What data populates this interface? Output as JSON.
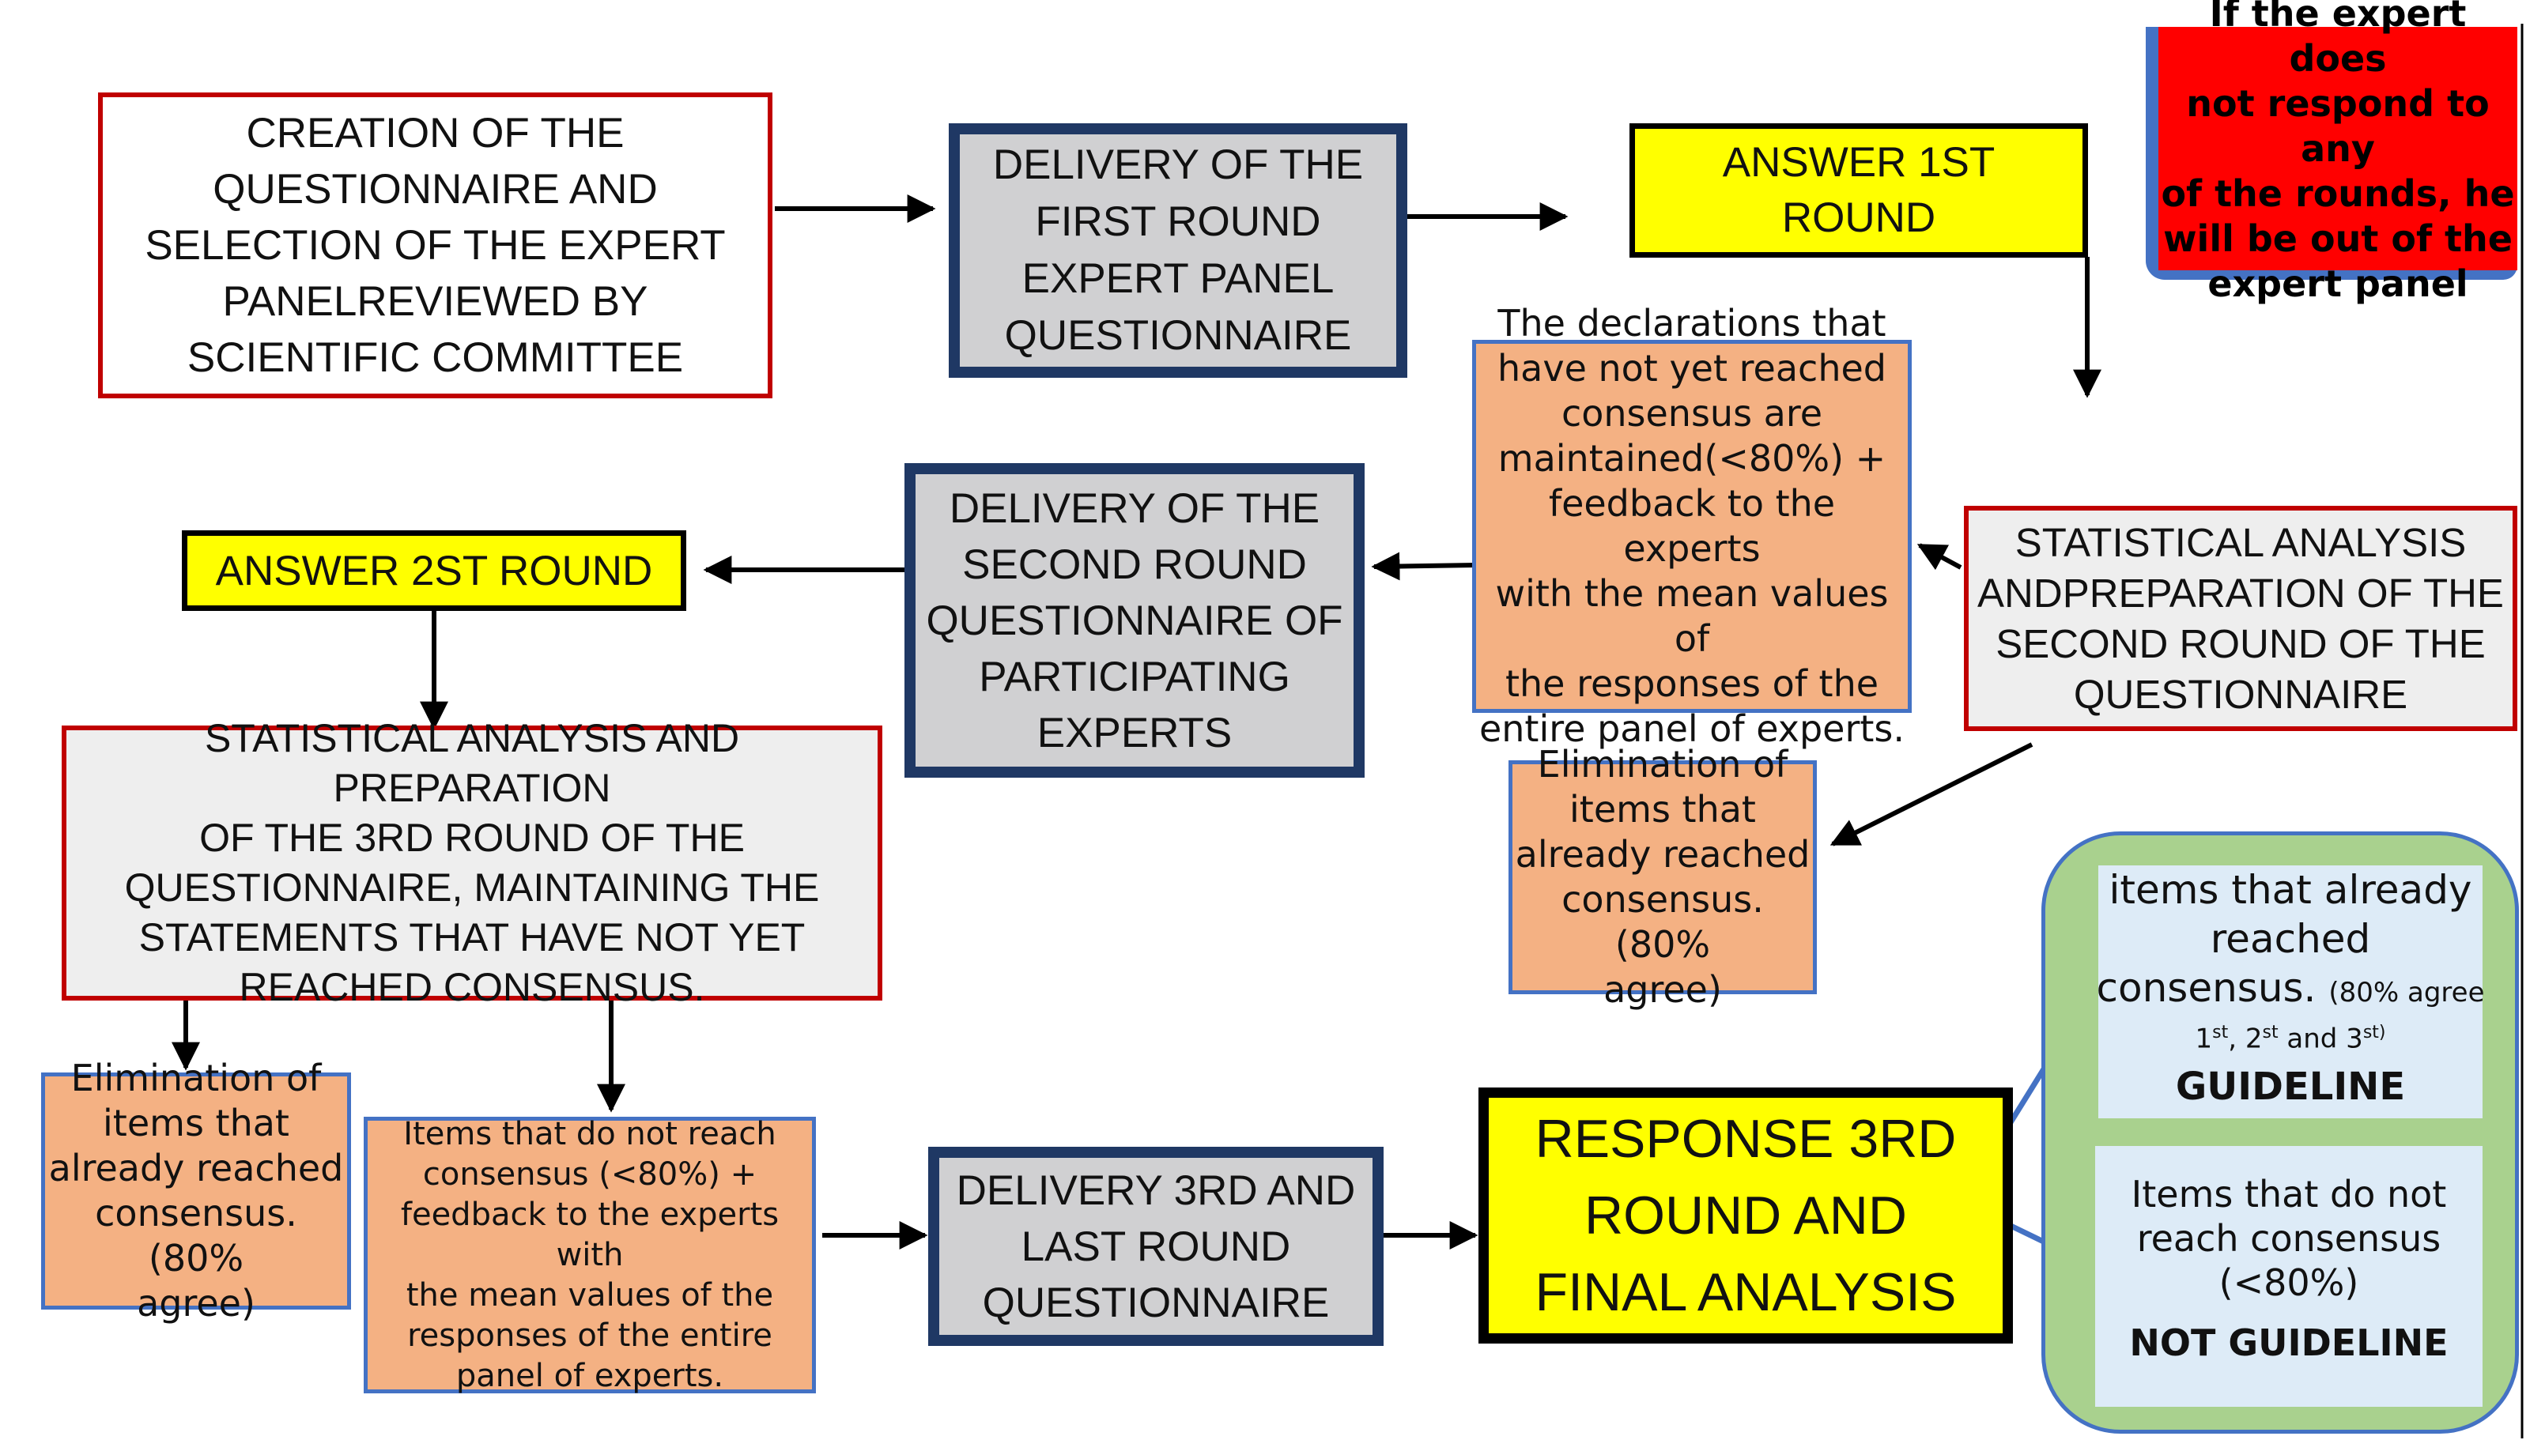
{
  "boxes": {
    "creation": {
      "lines": [
        "CREATION OF THE",
        "QUESTIONNAIRE AND",
        "SELECTION OF THE EXPERT",
        "PANELREVIEWED BY",
        "SCIENTIFIC COMMITTEE"
      ]
    },
    "delivery_first": {
      "lines": [
        "DELIVERY OF THE",
        "FIRST ROUND",
        "EXPERT PANEL",
        "QUESTIONNAIRE"
      ]
    },
    "answer_first": {
      "lines": [
        "ANSWER 1ST",
        "ROUND"
      ]
    },
    "expert_note": {
      "lines": [
        "If the expert does",
        "not respond to any",
        "of the rounds, he",
        "will be out of the",
        "expert panel"
      ]
    },
    "declarations": {
      "lines": [
        "The declarations that",
        "have not yet reached",
        "consensus are",
        "maintained(<80%) +",
        "feedback to the experts",
        "with the mean values of",
        "the responses of the",
        "entire panel of experts."
      ]
    },
    "stat_second": {
      "lines": [
        "STATISTICAL ANALYSIS",
        "ANDPREPARATION OF THE",
        "SECOND ROUND OF THE",
        "QUESTIONNAIRE"
      ]
    },
    "delivery_second": {
      "lines": [
        "DELIVERY OF THE",
        "SECOND ROUND",
        "QUESTIONNAIRE OF",
        "PARTICIPATING",
        "EXPERTS"
      ]
    },
    "answer_second": {
      "text": "ANSWER 2ST ROUND"
    },
    "elimination_mid": {
      "lines": [
        "Elimination of",
        "items that",
        "already reached",
        "consensus. (80%",
        "agree)"
      ]
    },
    "stat_third": {
      "lines": [
        "STATISTICAL ANALYSIS AND PREPARATION",
        "OF THE 3RD ROUND OF THE",
        "QUESTIONNAIRE, MAINTAINING THE",
        "STATEMENTS THAT HAVE NOT YET",
        "REACHED CONSENSUS."
      ]
    },
    "elimination_left": {
      "lines": [
        "Elimination of",
        "items that",
        "already reached",
        "consensus. (80%",
        "agree)"
      ]
    },
    "items_not_reach": {
      "lines": [
        "Items that do not reach",
        "consensus (<80%) +",
        "feedback to the experts with",
        "the mean values of the",
        "responses of the entire",
        "panel of experts."
      ]
    },
    "delivery_third": {
      "lines": [
        "DELIVERY 3RD AND",
        "LAST ROUND",
        "QUESTIONNAIRE"
      ]
    },
    "response_third": {
      "lines": [
        "RESPONSE 3RD",
        "ROUND AND",
        "FINAL ANALYSIS"
      ]
    },
    "guideline": {
      "line1": "items that already",
      "line2": "reached",
      "line3_big": "consensus.",
      "line3_small": "(80% agree",
      "sup1": "st",
      "sep1": ", 2",
      "sup2": "st",
      "sep2": " and  3",
      "sup3": "st)",
      "label": "GUIDELINE",
      "num1": "1"
    },
    "not_guideline": {
      "lines": [
        "Items that do not",
        "reach consensus",
        "(<80%)"
      ],
      "label": "NOT GUIDELINE"
    }
  },
  "colors": {
    "red_border": "#c00000",
    "navy_border": "#1f3864",
    "yellow": "#ffff00",
    "orange": "#f4b183",
    "blue_border": "#4472c4",
    "green": "#a9d18e",
    "light_blue": "#ddebf7",
    "red_fill": "#ff0000"
  }
}
